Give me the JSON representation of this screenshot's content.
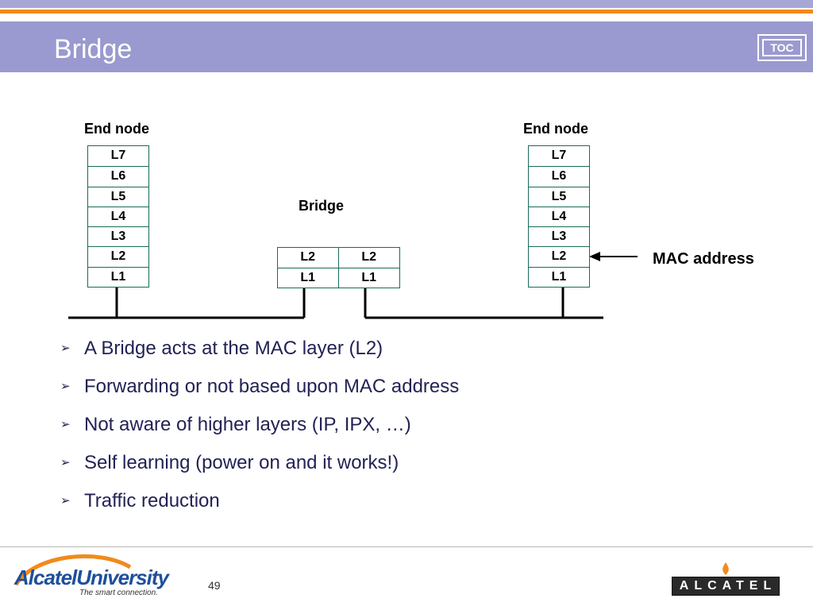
{
  "slide": {
    "title": "Bridge",
    "toc_label": "TOC",
    "page_number": "49"
  },
  "diagram": {
    "end_node_left_label": "End node",
    "end_node_right_label": "End node",
    "bridge_label": "Bridge",
    "mac_label": "MAC address",
    "left_stack": [
      "L7",
      "L6",
      "L5",
      "L4",
      "L3",
      "L2",
      "L1"
    ],
    "right_stack": [
      "L7",
      "L6",
      "L5",
      "L4",
      "L3",
      "L2",
      "L1"
    ],
    "bridge_cells": {
      "a_l2": "L2",
      "b_l2": "L2",
      "a_l1": "L1",
      "b_l1": "L1"
    }
  },
  "bullets": [
    "A Bridge acts at the MAC layer (L2)",
    "Forwarding or not based upon MAC address",
    "Not aware of higher layers (IP, IPX, …)",
    "Self learning (power on and it works!)",
    "Traffic reduction"
  ],
  "footer": {
    "logo_text_a": "Alcatel",
    "logo_text_b": "University",
    "logo_tagline": "The smart connection.",
    "brand": "ALCATEL"
  },
  "colors": {
    "title_bar": "#9a9ad0",
    "accent_orange": "#f28a1c",
    "layer_border": "#1a6b5a",
    "bullet_text": "#222255"
  }
}
